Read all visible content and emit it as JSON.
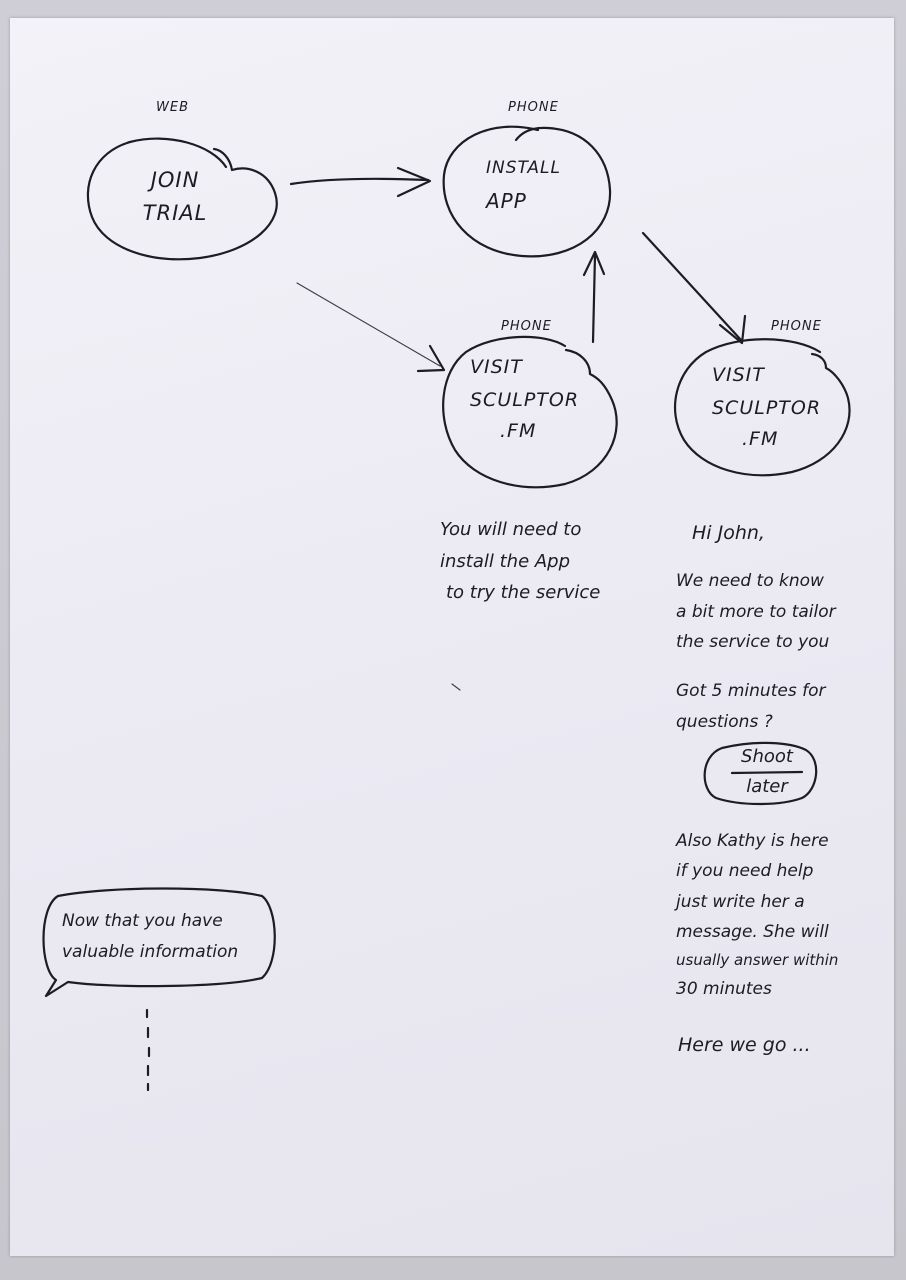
{
  "diagram": {
    "nodes": [
      {
        "id": "join",
        "platform": "WEB",
        "lines": [
          "JOIN",
          "TRIAL"
        ]
      },
      {
        "id": "install",
        "platform": "PHONE",
        "lines": [
          "INSTALL",
          "APP"
        ]
      },
      {
        "id": "visit_left",
        "platform": "PHONE",
        "lines": [
          "VISIT",
          "SCULPTOR",
          ".FM"
        ]
      },
      {
        "id": "visit_right",
        "platform": "PHONE",
        "lines": [
          "VISIT",
          "SCULPTOR",
          ".FM"
        ]
      }
    ],
    "edges": [
      {
        "from": "join",
        "to": "install"
      },
      {
        "from": "join",
        "to": "visit_left"
      },
      {
        "from": "visit_left",
        "to": "install"
      },
      {
        "from": "install",
        "to": "visit_right"
      }
    ],
    "notes": {
      "visit_left": [
        "You will need to",
        "install the App",
        "to try the service"
      ],
      "visit_right": {
        "greeting": "Hi John,",
        "intro": [
          "We need to know",
          "a bit more to tailor",
          "the service to you"
        ],
        "question": [
          "Got 5 minutes for",
          "questions ?"
        ],
        "buttons": [
          "Shoot",
          "later"
        ],
        "help": [
          "Also Kathy is here",
          "if you need help",
          "just write her a",
          "message. She will",
          "usually answer within",
          "30 minutes"
        ],
        "closing": "Here we go ..."
      }
    },
    "speech_bubble": [
      "Now that you have",
      "valuable information"
    ]
  }
}
